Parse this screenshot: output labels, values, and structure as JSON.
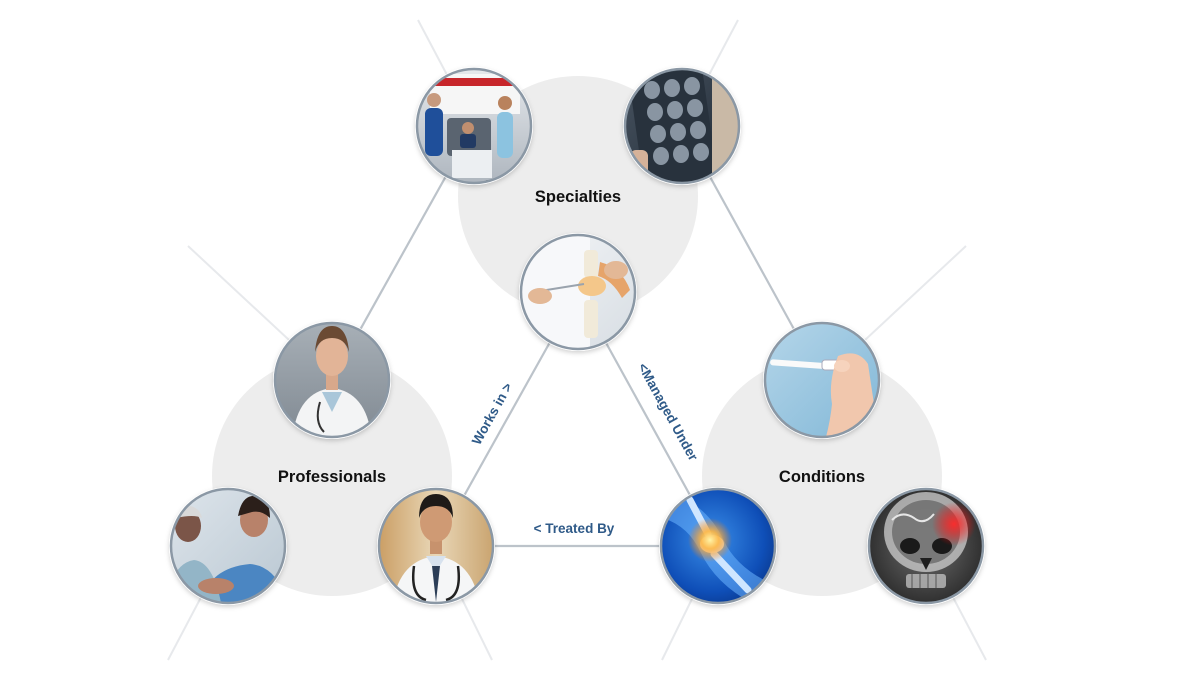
{
  "groups": {
    "specialties": {
      "title": "Specialties"
    },
    "professionals": {
      "title": "Professionals"
    },
    "conditions": {
      "title": "Conditions"
    }
  },
  "relations": {
    "works_in": "Works in >",
    "managed_under": "<Managed Under",
    "treated_by": "< Treated By"
  },
  "photos": [
    {
      "name": "ambulance-team-photo",
      "subject": "paramedics with stretcher at ambulance"
    },
    {
      "name": "brain-mri-photo",
      "subject": "person holding brain MRI scans"
    },
    {
      "name": "knee-model-photo",
      "subject": "doctor pointing at knee joint model"
    },
    {
      "name": "female-doctor-photo",
      "subject": "female doctor in white coat"
    },
    {
      "name": "nurse-patient-photo",
      "subject": "nurse caring for elderly patient"
    },
    {
      "name": "male-doctor-photo",
      "subject": "smiling male doctor with stethoscope"
    },
    {
      "name": "thermometer-photo",
      "subject": "hand holding digital thermometer"
    },
    {
      "name": "knee-pain-xray-photo",
      "subject": "glowing knee joint x-ray"
    },
    {
      "name": "skull-xray-photo",
      "subject": "skull x-ray with red highlight"
    }
  ],
  "colors": {
    "background": "#ffffff",
    "group_blob": "#ededed",
    "connector": "#bdc3c9",
    "faint_line": "#e6e8eb",
    "photo_ring": "#8a98a6",
    "relation_text": "#2f5a88",
    "title_text": "#111111"
  }
}
